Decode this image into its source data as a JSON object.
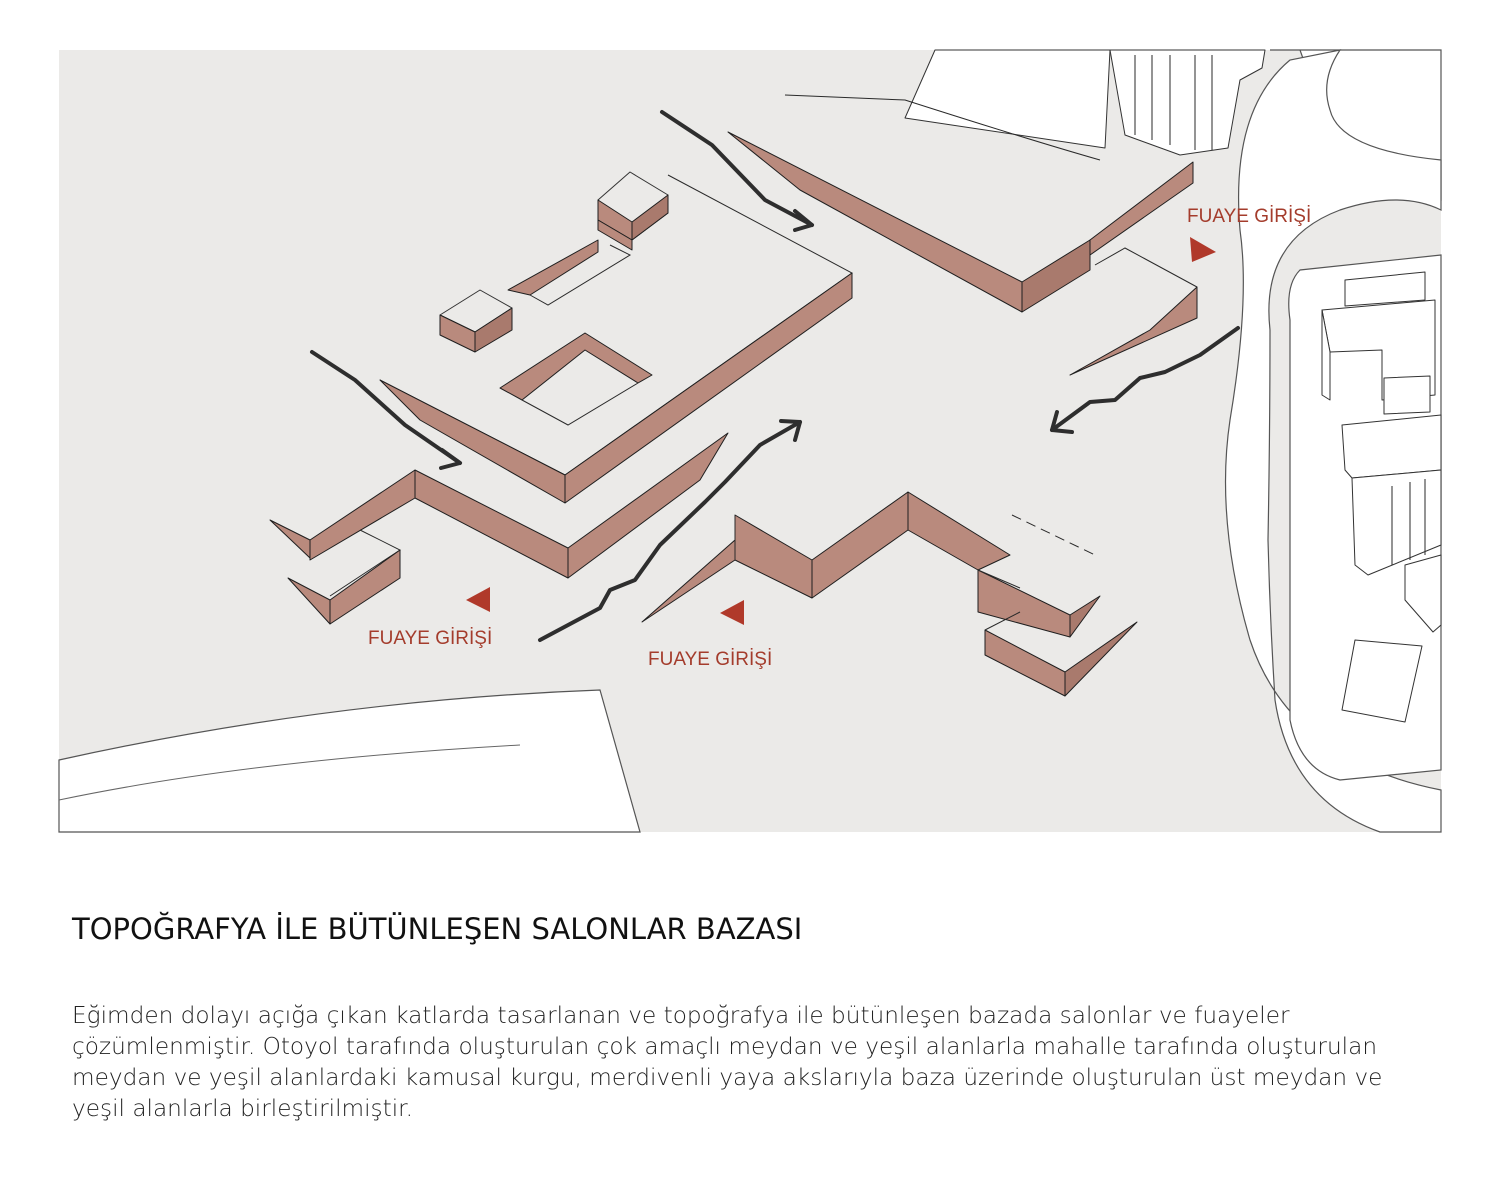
{
  "diagram": {
    "labels": {
      "entrance_top_right": "FUAYE GİRİŞİ",
      "entrance_bottom_left": "FUAYE GİRİŞİ",
      "entrance_bottom_center": "FUAYE GİRİŞİ"
    },
    "colors": {
      "ground": "#ebeae8",
      "massing": "#b98a7d",
      "arrow": "#2e2e2e",
      "entrance_marker": "#b0392a",
      "label": "#a43c2c"
    }
  },
  "caption": {
    "title": "TOPOĞRAFYA İLE BÜTÜNLEŞEN SALONLAR BAZASI",
    "body": "Eğimden dolayı açığa çıkan katlarda tasarlanan ve topoğrafya ile bütünleşen bazada salonlar ve fuayeler çözümlenmiştir. Otoyol tarafında oluşturulan çok amaçlı meydan ve yeşil alanlarla mahalle tarafında oluşturulan meydan ve yeşil alanlardaki kamusal kurgu, merdivenli yaya akslarıyla baza üzerinde oluşturulan üst meydan ve yeşil alanlarla birleştirilmiştir."
  }
}
